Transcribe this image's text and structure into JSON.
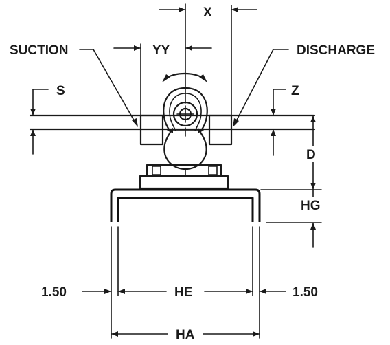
{
  "labels": {
    "x": "X",
    "yy": "YY",
    "suction": "SUCTION",
    "discharge": "DISCHARGE",
    "s": "S",
    "z": "Z",
    "d": "D",
    "hg": "HG",
    "he": "HE",
    "ha": "HA",
    "left_offset": "1.50",
    "right_offset": "1.50"
  },
  "colors": {
    "line": "#1a1a1a",
    "background": "#ffffff"
  }
}
